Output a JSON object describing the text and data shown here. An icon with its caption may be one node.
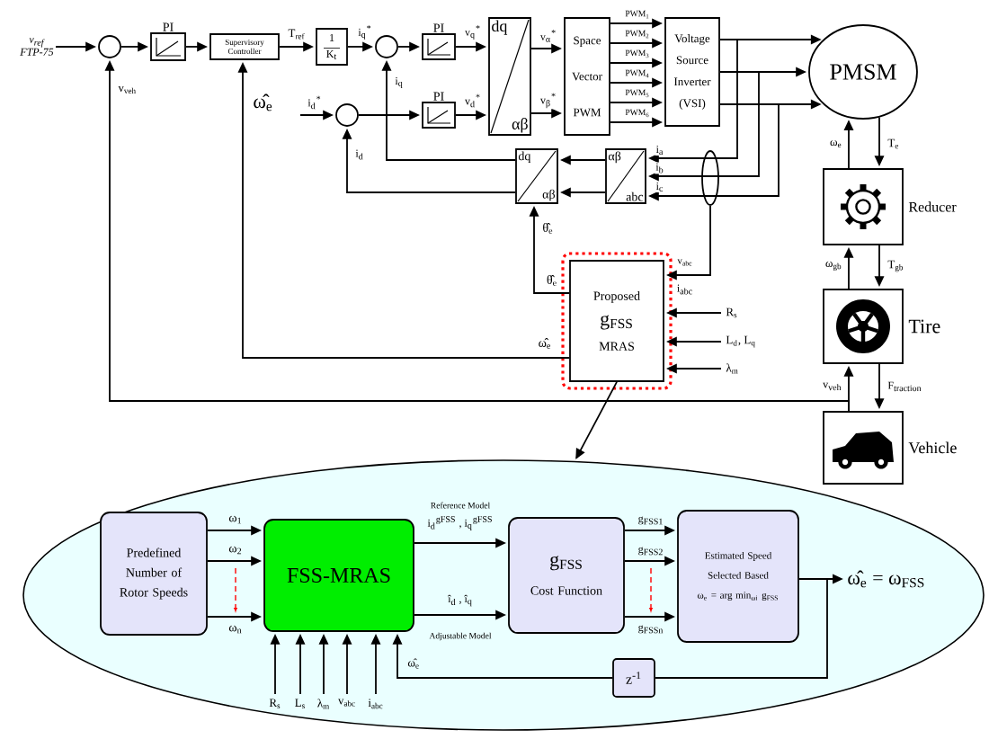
{
  "diagram": {
    "nodes": [
      {
        "text": [
          "v$_{ref}$",
          "FTP-75"
        ]
      },
      {
        "text": [],
        "shape": "circle"
      },
      {
        "text": [
          "PI"
        ]
      },
      {
        "text": [
          "Supervisory Controller"
        ]
      },
      {
        "text": [
          "1",
          "K$_{t}$"
        ]
      },
      {
        "text": [],
        "shape": "circle"
      },
      {
        "text": [
          "PI"
        ]
      },
      {
        "text": [],
        "shape": "circle"
      },
      {
        "text": [
          "PI"
        ]
      },
      {
        "text": [
          "dq",
          "αβ"
        ]
      },
      {
        "text": [
          "Space Vector PWM"
        ]
      },
      {
        "text": [
          "Voltage Source Inverter (VSI)"
        ]
      },
      {
        "text": [
          "PMSM"
        ]
      },
      {
        "text": [
          "αβ",
          "abc"
        ]
      },
      {
        "text": [
          "dq",
          "αβ"
        ]
      },
      {
        "text": [
          "Proposed",
          "g$_{FSS}$",
          "MRAS"
        ]
      },
      {
        "text": [],
        "shape": "box",
        "beside": [
          "Reducer"
        ]
      },
      {
        "text": [],
        "shape": "box",
        "beside": [
          "Tire"
        ]
      },
      {
        "text": [],
        "shape": "box",
        "beside": [
          "Vehicle"
        ]
      },
      {
        "text": [],
        "shape": "ellipse"
      },
      {
        "text": [
          "Predefined Number of Rotor Speeds"
        ],
        "in": 19
      },
      {
        "text": [
          "FSS-MRAS"
        ],
        "in": 19
      },
      {
        "text": [
          "g$_{FSS}$",
          "Cost Function"
        ],
        "in": 19
      },
      {
        "text": [
          "Estimated Speed Selected Based",
          "ω$_{e}$ = arg min$_{ωi}$ g$_{FSS}$"
        ],
        "in": 19
      },
      {
        "text": [
          "z$^{-1}$"
        ],
        "in": 19
      },
      {
        "text": [
          "ω̂$_{e}$ = ω$_{FSS}$"
        ],
        "in": 19
      },
      {
        "text": [],
        "shape": "ellipse"
      }
    ],
    "edges": [
      {
        "from": 0,
        "to": 1,
        "arrow": "to"
      },
      {
        "from": 1,
        "to": 2,
        "arrow": "to"
      },
      {
        "from": 2,
        "to": 3,
        "arrow": "to"
      },
      {
        "from": 3,
        "to": 4,
        "arrow": "to",
        "label": "T$_{ref}$"
      },
      {
        "from": 4,
        "to": 5,
        "arrow": "to",
        "label": "i$_{q}$$^{*}$"
      },
      {
        "from": 5,
        "to": 6,
        "arrow": "to"
      },
      {
        "from": 6,
        "to": 9,
        "arrow": "to",
        "label": "v$_{q}$$^{*}$"
      },
      {
        "from": null,
        "to": 7,
        "arrow": "to",
        "label": "i$_{d}$$^{*}$"
      },
      {
        "from": 7,
        "to": 8,
        "arrow": "to"
      },
      {
        "from": 8,
        "to": 9,
        "arrow": "to",
        "label": "v$_{d}$$^{*}$"
      },
      {
        "from": 9,
        "to": 10,
        "arrow": "to",
        "label": "v$_{α}$$^{*}$"
      },
      {
        "from": 9,
        "to": 10,
        "arrow": "to",
        "label": "v$_{β}$$^{*}$"
      },
      {
        "from": 10,
        "to": 11,
        "arrow": "to",
        "label": "PWM$_{1}$"
      },
      {
        "from": 10,
        "to": 11,
        "arrow": "to",
        "label": "PWM$_{2}$"
      },
      {
        "from": 10,
        "to": 11,
        "arrow": "to",
        "label": "PWM$_{3}$"
      },
      {
        "from": 10,
        "to": 11,
        "arrow": "to",
        "label": "PWM$_{4}$"
      },
      {
        "from": 10,
        "to": 11,
        "arrow": "to",
        "label": "PWM$_{5}$"
      },
      {
        "from": 10,
        "to": 11,
        "arrow": "to",
        "label": "PWM$_{6}$"
      },
      {
        "from": 11,
        "to": 12,
        "arrow": "to"
      },
      {
        "from": 11,
        "to": 12,
        "arrow": "to"
      },
      {
        "from": 11,
        "to": 12,
        "arrow": "to"
      },
      {
        "from": 11,
        "to": 13,
        "arrow": "to",
        "label": "i$_{a}$"
      },
      {
        "from": 11,
        "to": 13,
        "arrow": "to",
        "label": "i$_{b}$"
      },
      {
        "from": 11,
        "to": 13,
        "arrow": "to",
        "label": "i$_{c}$"
      },
      {
        "from": 13,
        "to": 14,
        "arrow": "to"
      },
      {
        "from": 13,
        "to": 14,
        "arrow": "to"
      },
      {
        "from": 14,
        "to": 5,
        "arrow": "to",
        "label": "i$_{q}$"
      },
      {
        "from": 14,
        "to": 7,
        "arrow": "to",
        "label": "i$_{d}$"
      },
      {
        "from": 15,
        "to": 14,
        "arrow": "to",
        "label": "θ̂$_{e}$"
      },
      {
        "from": 15,
        "to": 3,
        "arrow": "to",
        "label": "ω̂$_{e}$"
      },
      {
        "from": 26,
        "to": 15,
        "arrow": "to",
        "label": "v$_{abc}$"
      },
      {
        "from": null,
        "to": 15,
        "arrow": "to",
        "label": "R$_{s}$"
      },
      {
        "from": null,
        "to": 15,
        "arrow": "to",
        "label": "L$_{d}$, L$_{q}$"
      },
      {
        "from": null,
        "to": 15,
        "arrow": "to",
        "label": "λ$_{m}$"
      },
      {
        "from": 12,
        "to": 16,
        "arrow": "to",
        "label": "T$_{e}$"
      },
      {
        "from": 16,
        "to": 12,
        "arrow": "to",
        "label": "ω$_{e}$"
      },
      {
        "from": 17,
        "to": 16,
        "arrow": "to",
        "label": "ω$_{gb}$"
      },
      {
        "from": 16,
        "to": 17,
        "arrow": "to",
        "label": "T$_{gb}$"
      },
      {
        "from": 17,
        "to": 18,
        "arrow": "to",
        "label": "F$_{traction}$"
      },
      {
        "from": 18,
        "to": 17,
        "arrow": "to",
        "label": "v$_{veh}$"
      },
      {
        "from": 18,
        "to": 1,
        "arrow": "to",
        "label": "v$_{veh}$"
      },
      {
        "from": 15,
        "to": 19,
        "arrow": "to"
      },
      {
        "from": 20,
        "to": 21,
        "arrow": "to",
        "label": "ω$_{1}$"
      },
      {
        "from": 20,
        "to": 21,
        "arrow": "to",
        "label": "ω$_{2}$"
      },
      {
        "from": 20,
        "to": 21,
        "arrow": "to",
        "label": "ω$_{n}$"
      },
      {
        "from": 21,
        "to": 22,
        "arrow": "to",
        "label": "Reference Model"
      },
      {
        "from": 21,
        "to": 22,
        "arrow": "to",
        "label": "Adjustable Model"
      },
      {
        "from": 22,
        "to": 23,
        "arrow": "to",
        "label": "g$_{FSS1}$"
      },
      {
        "from": 22,
        "to": 23,
        "arrow": "to",
        "label": "g$_{FSS2}$"
      },
      {
        "from": 22,
        "to": 23,
        "arrow": "to",
        "label": "g$_{FSSn}$"
      },
      {
        "from": 23,
        "to": 25,
        "arrow": "to"
      },
      {
        "from": 23,
        "to": 24,
        "arrow": "none"
      },
      {
        "from": 24,
        "to": 21,
        "arrow": "to",
        "label": "ω̂$_{e}$"
      },
      {
        "from": null,
        "to": 21,
        "arrow": "to",
        "label": "R$_{s}$"
      },
      {
        "from": null,
        "to": 21,
        "arrow": "to",
        "label": "L$_{s}$"
      },
      {
        "from": null,
        "to": 21,
        "arrow": "to",
        "label": "λ$_{m}$"
      },
      {
        "from": null,
        "to": 21,
        "arrow": "to",
        "label": "v$_{abc}$"
      },
      {
        "from": null,
        "to": 21,
        "arrow": "to",
        "label": "i$_{abc}$"
      }
    ],
    "labels": [
      "θ̂$_{e}$",
      "i$_{abc}$",
      "ω̂$_{e}$",
      "i$_{d}$$^{gFSS}$ , i$_{q}$$^{gFSS}$",
      "î$_{d}$ , î$_{q}$"
    ]
  }
}
